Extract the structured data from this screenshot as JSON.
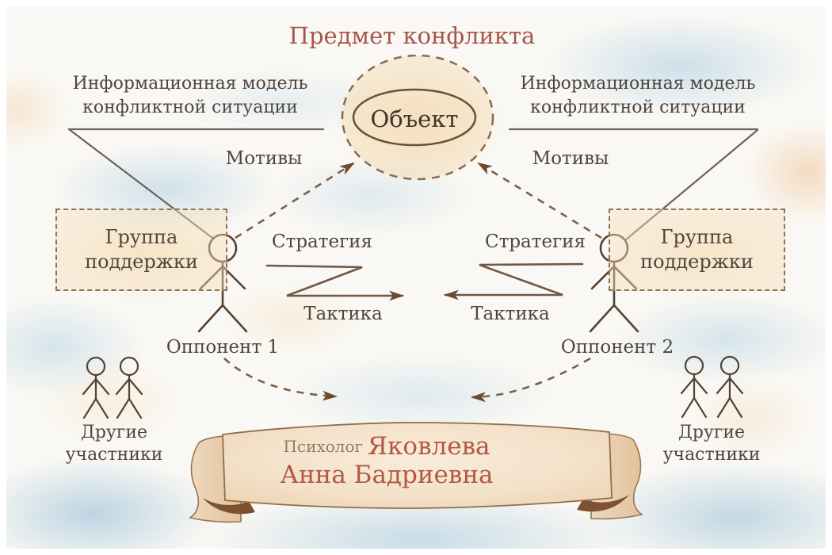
{
  "title": "Предмет конфликта",
  "center": {
    "object_label": "Объект"
  },
  "left_side": {
    "info_model_line1": "Информационная модель",
    "info_model_line2": "конфликтной ситуации",
    "motives": "Мотивы",
    "support_group_line1": "Группа",
    "support_group_line2": "поддержки",
    "strategy": "Стратегия",
    "tactics": "Тактика",
    "opponent": "Оппонент 1",
    "others_line1": "Другие",
    "others_line2": "участники"
  },
  "right_side": {
    "info_model_line1": "Информационная модель",
    "info_model_line2": "конфликтной ситуации",
    "motives": "Мотивы",
    "support_group_line1": "Группа",
    "support_group_line2": "поддержки",
    "strategy": "Стратегия",
    "tactics": "Тактика",
    "opponent": "Оппонент 2",
    "others_line1": "Другие",
    "others_line2": "участники"
  },
  "banner": {
    "role": "Психолог",
    "name_line1": "Яковлева",
    "name_line2": "Анна Бадриевна"
  },
  "colors": {
    "title": "#a6564a",
    "text": "#4e463e",
    "banner_name": "#b25843",
    "banner_role": "#93795f",
    "solid_line": "#6e6156",
    "dashed_line": "#7d5f42",
    "figure": "#55412f",
    "box_fill": "#f6e1bc",
    "banner_fill": "#f3e1c9"
  }
}
